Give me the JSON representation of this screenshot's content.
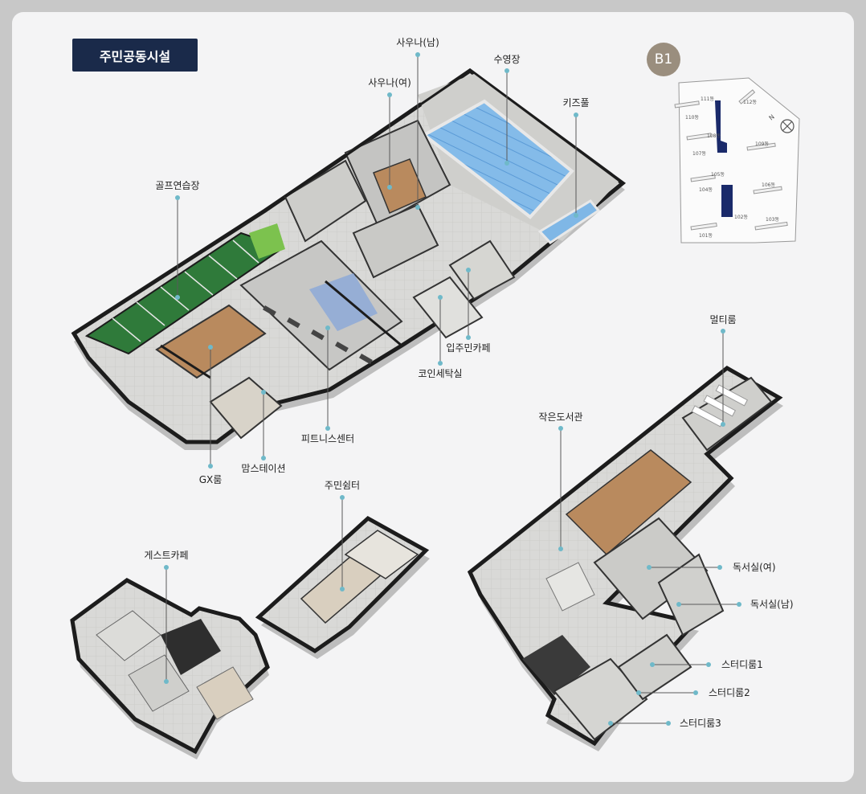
{
  "header": {
    "title": "주민공동시설"
  },
  "keymap": {
    "level": "B1",
    "buildings": [
      "111동",
      "112동",
      "110동",
      "108동",
      "107동",
      "109동",
      "105동",
      "104동",
      "106동",
      "102동",
      "103동",
      "101동"
    ]
  },
  "labels": {
    "sauna_m": "사우나(남)",
    "sauna_f": "사우나(여)",
    "pool": "수영장",
    "kids_pool": "키즈풀",
    "golf": "골프연습장",
    "cafe": "입주민카페",
    "laundry": "코인세탁실",
    "fitness": "피트니스센터",
    "gx": "GX룸",
    "moms": "맘스테이션",
    "multi": "멀티룸",
    "library": "작은도서관",
    "shelter": "주민쉼터",
    "guest_cafe": "게스트카페",
    "read_f": "독서실(여)",
    "read_m": "독서실(남)",
    "study1": "스터디룸1",
    "study2": "스터디룸2",
    "study3": "스터디룸3"
  },
  "colors": {
    "badge": "#1a2a4a",
    "pin": "#6fb9c9",
    "pool_water": "#7fb7e6",
    "golf_green": "#2f7a3a",
    "wood": "#b98a5e",
    "wall": "#1c1c1c"
  }
}
